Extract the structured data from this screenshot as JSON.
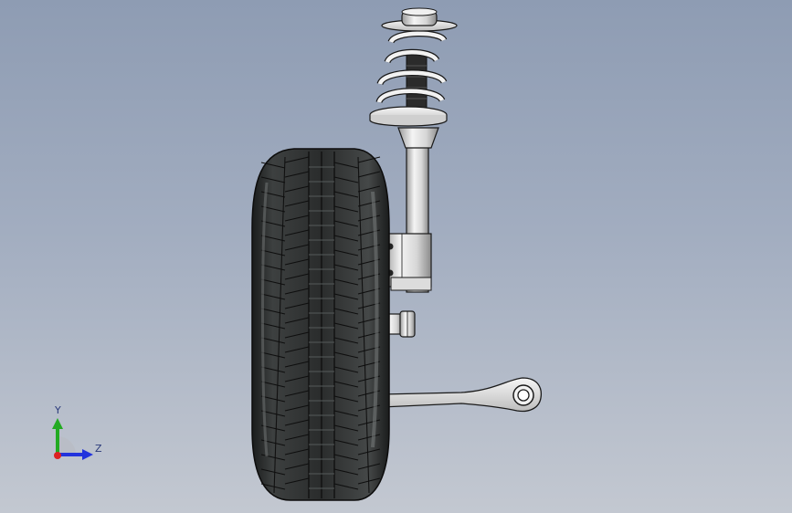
{
  "view": {
    "background_top": "#8e9cb3",
    "background_bottom": "#c3c8d1"
  },
  "model": {
    "parts": [
      "tire",
      "strut",
      "coil-spring",
      "strut-mount",
      "knuckle",
      "control-arm"
    ],
    "tire_color": "#2e3030",
    "metal_color": "#e4e4e4"
  },
  "triad": {
    "y_label": "Y",
    "z_label": "Z",
    "y_color": "#22aa22",
    "z_color": "#2233dd",
    "x_color": "#dd2222"
  }
}
